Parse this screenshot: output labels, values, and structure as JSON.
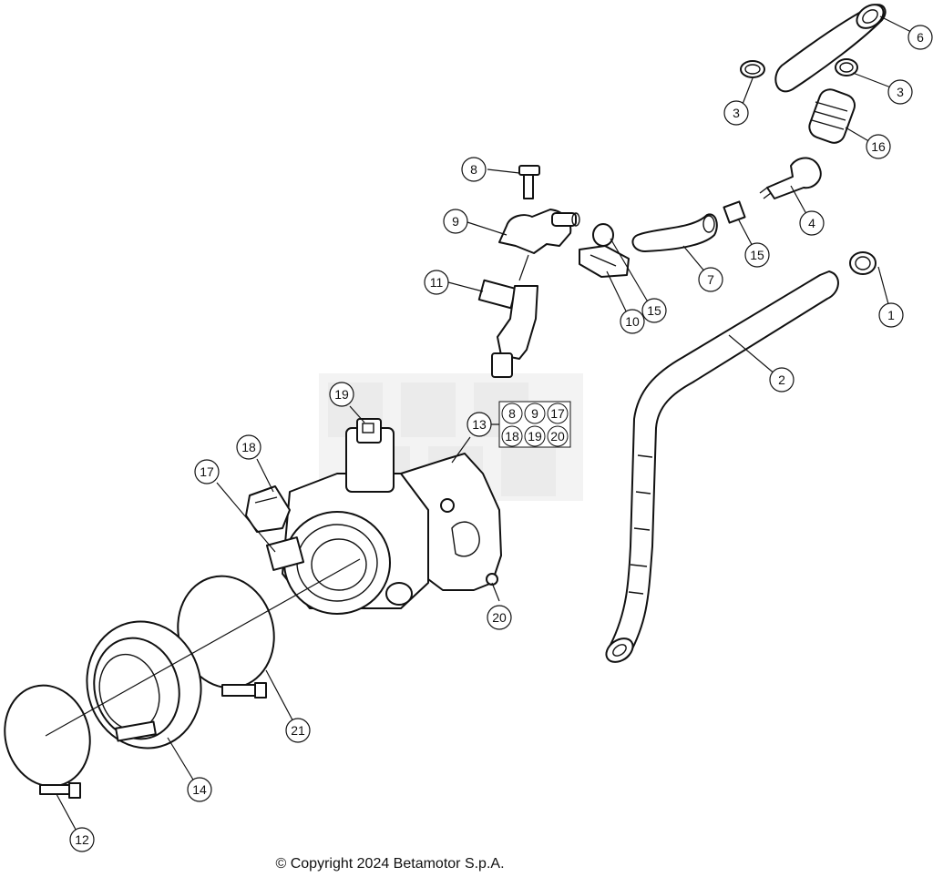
{
  "copyright": "© Copyright 2024 Betamotor S.p.A.",
  "callouts": [
    {
      "id": "c1",
      "label": "1"
    },
    {
      "id": "c2",
      "label": "2"
    },
    {
      "id": "c3a",
      "label": "3"
    },
    {
      "id": "c3b",
      "label": "3"
    },
    {
      "id": "c4",
      "label": "4"
    },
    {
      "id": "c6",
      "label": "6"
    },
    {
      "id": "c7",
      "label": "7"
    },
    {
      "id": "c8",
      "label": "8"
    },
    {
      "id": "c9",
      "label": "9"
    },
    {
      "id": "c10",
      "label": "10"
    },
    {
      "id": "c11",
      "label": "11"
    },
    {
      "id": "c12",
      "label": "12"
    },
    {
      "id": "c13",
      "label": "13"
    },
    {
      "id": "c14",
      "label": "14"
    },
    {
      "id": "c15a",
      "label": "15"
    },
    {
      "id": "c15b",
      "label": "15"
    },
    {
      "id": "c16",
      "label": "16"
    },
    {
      "id": "c17",
      "label": "17"
    },
    {
      "id": "c18",
      "label": "18"
    },
    {
      "id": "c19",
      "label": "19"
    },
    {
      "id": "c20",
      "label": "20"
    },
    {
      "id": "c21",
      "label": "21"
    }
  ],
  "kit_13": {
    "items": [
      "8",
      "9",
      "17",
      "18",
      "19",
      "20"
    ]
  }
}
